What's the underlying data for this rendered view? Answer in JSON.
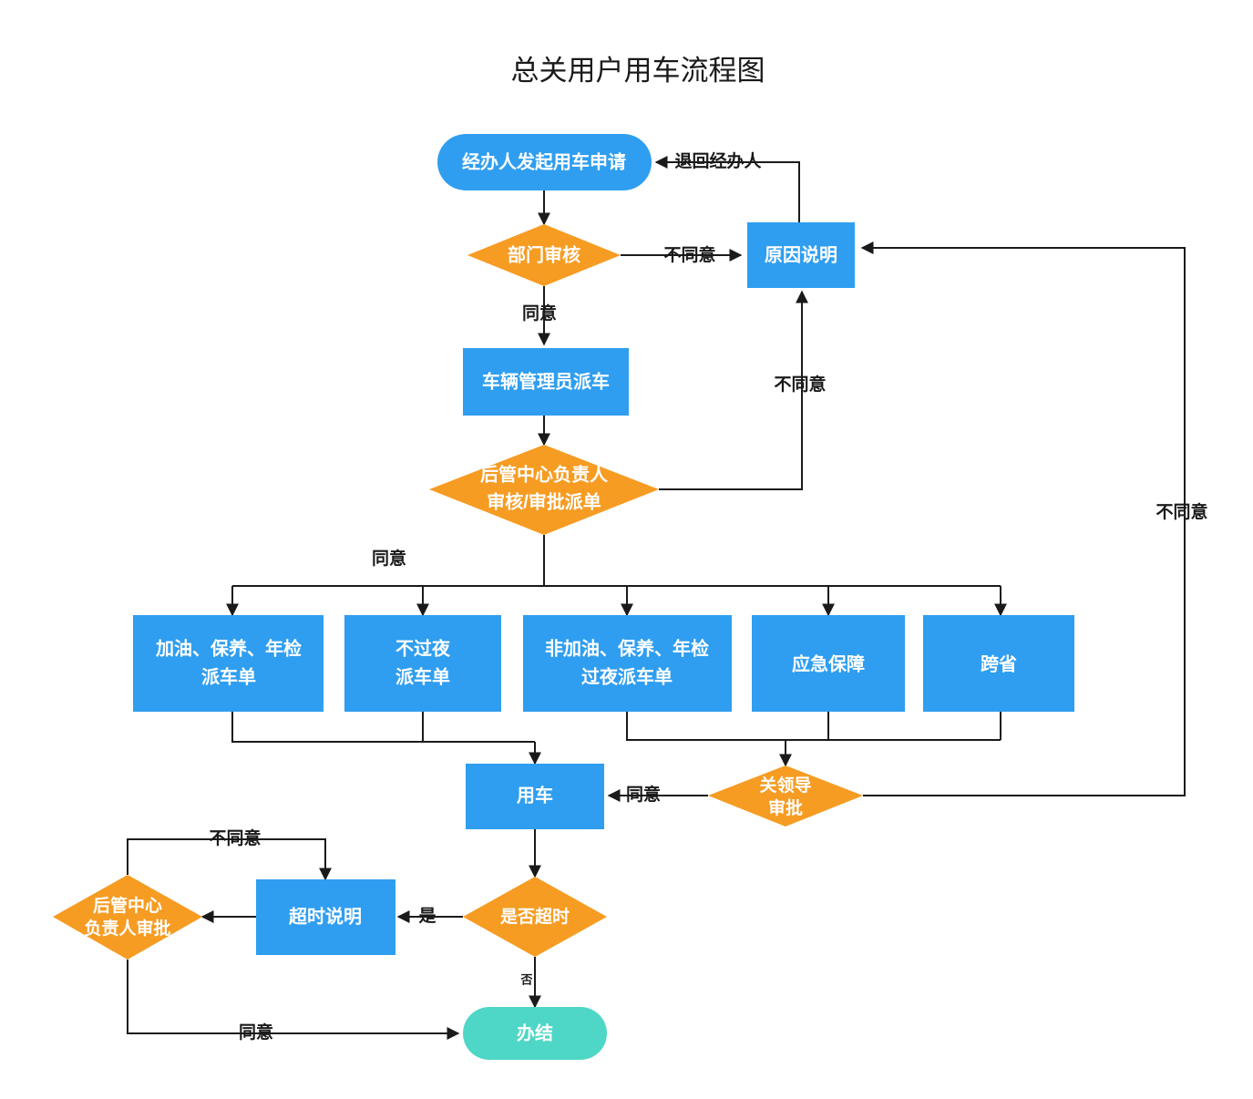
{
  "title": "总关用户用车流程图",
  "colors": {
    "process": "#2f9ef0",
    "decision": "#f69c23",
    "terminator": "#4ed7c6",
    "line": "#1a1a1a",
    "label": "#1a1a1a",
    "node_text": "#ffffff",
    "background": "#ffffff"
  },
  "nodes": {
    "start": {
      "label": "经办人发起用车申请",
      "type": "terminator-rounded",
      "color": "#2f9ef0"
    },
    "dept_review": {
      "label": "部门审核",
      "type": "decision",
      "color": "#f69c23"
    },
    "reason": {
      "label": "原因说明",
      "type": "process",
      "color": "#2f9ef0"
    },
    "dispatcher": {
      "label": "车辆管理员派车",
      "type": "process",
      "color": "#2f9ef0"
    },
    "center_review": {
      "label_line1": "后管中心负责人",
      "label_line2": "审核/审批派单",
      "type": "decision",
      "color": "#f69c23"
    },
    "order_fuel": {
      "label_line1": "加油、保养、年检",
      "label_line2": "派车单",
      "type": "process",
      "color": "#2f9ef0"
    },
    "order_day": {
      "label_line1": "不过夜",
      "label_line2": "派车单",
      "type": "process",
      "color": "#2f9ef0"
    },
    "order_night": {
      "label_line1": "非加油、保养、年检",
      "label_line2": "过夜派车单",
      "type": "process",
      "color": "#2f9ef0"
    },
    "emergency": {
      "label": "应急保障",
      "type": "process",
      "color": "#2f9ef0"
    },
    "crossprov": {
      "label": "跨省",
      "type": "process",
      "color": "#2f9ef0"
    },
    "leader_approve": {
      "label_line1": "关领导",
      "label_line2": "审批",
      "type": "decision",
      "color": "#f69c23"
    },
    "use_car": {
      "label": "用车",
      "type": "process",
      "color": "#2f9ef0"
    },
    "overtime_q": {
      "label": "是否超时",
      "type": "decision",
      "color": "#f69c23"
    },
    "overtime_note": {
      "label": "超时说明",
      "type": "process",
      "color": "#2f9ef0"
    },
    "center_approve": {
      "label_line1": "后管中心",
      "label_line2": "负责人审批",
      "type": "decision",
      "color": "#f69c23"
    },
    "done": {
      "label": "办结",
      "type": "terminator-rounded",
      "color": "#4ed7c6"
    }
  },
  "edge_labels": {
    "return_to_applicant": "退回经办人",
    "dept_reject": "不同意",
    "dept_agree": "同意",
    "center_reject": "不同意",
    "center_agree": "同意",
    "leader_reject": "不同意",
    "leader_agree": "同意",
    "overtime_yes": "是",
    "overtime_no": "否",
    "approve_reject": "不同意",
    "approve_agree": "同意"
  },
  "flow_edges": [
    {
      "from": "start",
      "to": "dept_review",
      "label": ""
    },
    {
      "from": "dept_review",
      "to": "reason",
      "label": "不同意"
    },
    {
      "from": "dept_review",
      "to": "dispatcher",
      "label": "同意"
    },
    {
      "from": "reason",
      "to": "start",
      "label": "退回经办人"
    },
    {
      "from": "dispatcher",
      "to": "center_review",
      "label": ""
    },
    {
      "from": "center_review",
      "to": "reason",
      "label": "不同意"
    },
    {
      "from": "center_review",
      "to": "order_fuel",
      "label": "同意"
    },
    {
      "from": "center_review",
      "to": "order_day",
      "label": "同意"
    },
    {
      "from": "center_review",
      "to": "order_night",
      "label": "同意"
    },
    {
      "from": "center_review",
      "to": "emergency",
      "label": "同意"
    },
    {
      "from": "center_review",
      "to": "crossprov",
      "label": "同意"
    },
    {
      "from": "order_fuel",
      "to": "use_car",
      "label": ""
    },
    {
      "from": "order_day",
      "to": "use_car",
      "label": ""
    },
    {
      "from": "order_night",
      "to": "leader_approve",
      "label": ""
    },
    {
      "from": "emergency",
      "to": "leader_approve",
      "label": ""
    },
    {
      "from": "crossprov",
      "to": "leader_approve",
      "label": ""
    },
    {
      "from": "leader_approve",
      "to": "use_car",
      "label": "同意"
    },
    {
      "from": "leader_approve",
      "to": "reason",
      "label": "不同意"
    },
    {
      "from": "use_car",
      "to": "overtime_q",
      "label": ""
    },
    {
      "from": "overtime_q",
      "to": "overtime_note",
      "label": "是"
    },
    {
      "from": "overtime_q",
      "to": "done",
      "label": "否"
    },
    {
      "from": "overtime_note",
      "to": "center_approve",
      "label": ""
    },
    {
      "from": "center_approve",
      "to": "overtime_note",
      "label": "不同意"
    },
    {
      "from": "center_approve",
      "to": "done",
      "label": "同意"
    }
  ]
}
